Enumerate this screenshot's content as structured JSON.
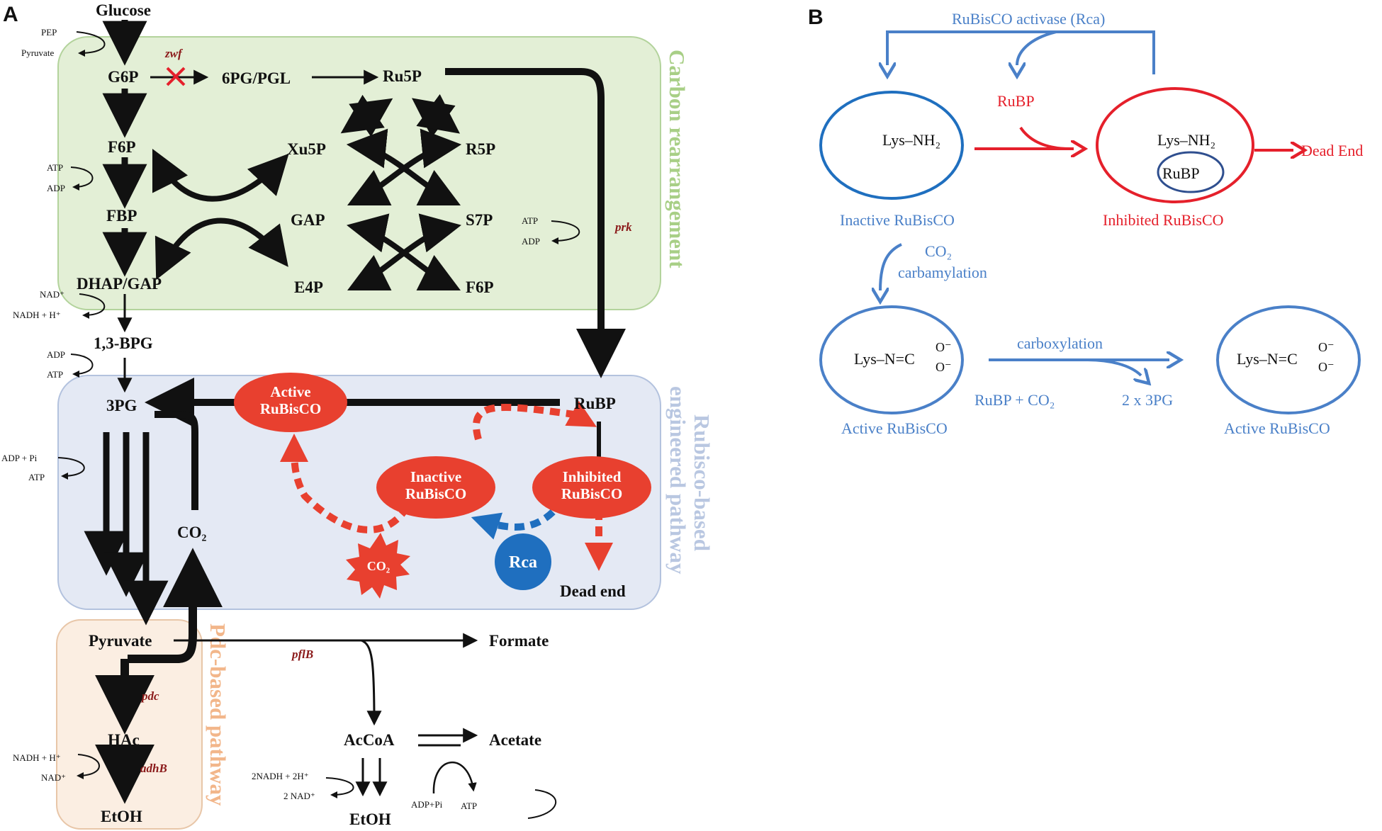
{
  "panel_a": {
    "label": "A",
    "glycolysis": {
      "glucose": "Glucose",
      "g6p": "G6P",
      "f6p": "F6P",
      "fbp": "FBP",
      "dhap_gap": "DHAP/GAP",
      "bpg": "1,3-BPG",
      "pg3": "3PG",
      "pyruvate": "Pyruvate",
      "pep": "PEP",
      "pyruvate_small": "Pyruvate",
      "atp1": "ATP",
      "adp1": "ADP",
      "nad1": "NAD⁺",
      "nadh1": "NADH + H⁺",
      "adp2": "ADP",
      "atp2": "ATP",
      "adp_pi": "ADP + Pi",
      "atp3": "ATP"
    },
    "ppp": {
      "pg_pgl": "6PG/PGL",
      "ru5p": "Ru5P",
      "xu5p": "Xu5P",
      "r5p": "R5P",
      "gap": "GAP",
      "s7p": "S7P",
      "e4p": "E4P",
      "f6p2": "F6P",
      "zwf": "zwf",
      "prk": "prk",
      "atp": "ATP",
      "adp": "ADP"
    },
    "rubisco": {
      "rubp": "RuBP",
      "active_1": "Active",
      "active_2": "RuBisCO",
      "inactive_1": "Inactive",
      "inactive_2": "RuBisCO",
      "inhibited_1": "Inhibited",
      "inhibited_2": "RuBisCO",
      "co2_burst": "CO₂",
      "rca": "Rca",
      "dead_end": "Dead end",
      "co2": "CO₂"
    },
    "pdc": {
      "pdc": "pdc",
      "hac": "HAc",
      "adhb": "adhB",
      "etoh": "EtOH",
      "nadh": "NADH + H⁺",
      "nad": "NAD⁺"
    },
    "byproducts": {
      "pflb": "pflB",
      "formate": "Formate",
      "acCoA": "AcCoA",
      "acetate": "Acetate",
      "etoh": "EtOH",
      "nadh2": "2NADH + 2H⁺",
      "nad2": "2 NAD⁺",
      "adp_pi": "ADP+Pi",
      "atp": "ATP"
    },
    "regions": {
      "carbon": "Carbon rearrangement",
      "rubisco_1": "Rubisco-based",
      "rubisco_2": "engineered pathway",
      "pdc": "Pdc-based pathway"
    }
  },
  "panel_b": {
    "label": "B",
    "rca": "RuBisCO activase (Rca)",
    "rubp": "RuBP",
    "lys_nh2": "Lys–NH₂",
    "lys_nh2_b": "Lys–NH₂",
    "rubp_inner": "RuBP",
    "dead_end": "Dead End",
    "inactive": "Inactive RuBisCO",
    "inhibited": "Inhibited RuBisCO",
    "co2": "CO₂",
    "carbamylation": "carbamylation",
    "lys_carb": "Lys–N=C",
    "o_top": "O⁻",
    "o_bot": "O⁻",
    "lys_carb2": "Lys–N=C",
    "o_top2": "O⁻",
    "o_bot2": "O⁻",
    "carboxylation": "carboxylation",
    "rubp_co2": "RuBP + CO₂",
    "pg3": "2 x 3PG",
    "active1": "Active RuBisCO",
    "active2": "Active RuBisCO"
  },
  "colors": {
    "green_bg": "#e3efd6",
    "green_border": "#b3d39c",
    "green_text": "#a8cf86",
    "blue_bg": "#e4e9f4",
    "blue_border": "#b3c2de",
    "blue_text": "#b9c7e1",
    "orange_bg": "#fbeee2",
    "orange_border": "#e8c6a8",
    "orange_text": "#f2b68a",
    "red": "#e8402f",
    "dark_red": "#8b1a1a",
    "rca_blue": "#1f6fbf",
    "b_blue": "#4a80c8",
    "b_red": "#e5202b"
  }
}
